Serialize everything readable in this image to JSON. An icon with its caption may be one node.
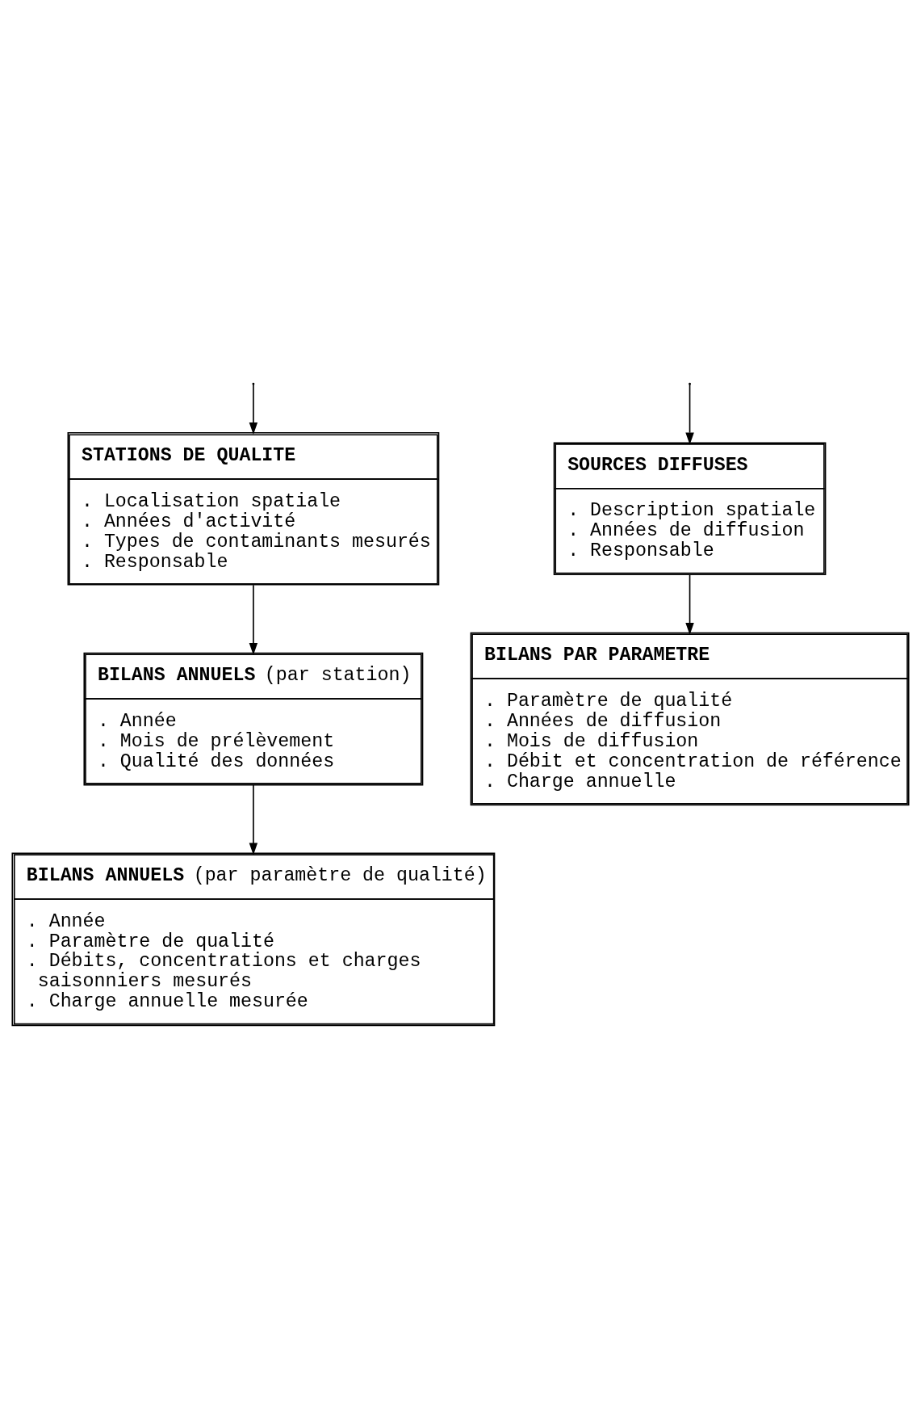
{
  "diagram": {
    "nodes": [
      {
        "text": [
          "STATIONS DE QUALITE",
          ". Localisation spatiale",
          ". Années d'activité",
          ". Types de contaminants mesurés",
          ". Responsable"
        ]
      },
      {
        "text": [
          "**BILANS ANNUELS** (par station)",
          ". Année",
          ". Mois de prélèvement",
          ". Qualité des données"
        ]
      },
      {
        "text": [
          "**BILANS ANNUELS** (par paramètre de qualité)",
          ". Année",
          ". Paramètre de qualité",
          ". Débits, concentrations et charges saisonniers mesurés",
          ". Charge annuelle mesurée"
        ]
      },
      {
        "text": [
          "SOURCES DIFFUSES",
          ". Description spatiale",
          ". Années de diffusion",
          ". Responsable"
        ]
      },
      {
        "text": [
          "BILANS PAR PARAMETRE",
          ". Paramètre de qualité",
          ". Années de diffusion",
          ". Mois de diffusion",
          ". Débit et concentration de référence",
          ". Charge annuelle"
        ]
      }
    ],
    "edges": [
      {
        "from": null,
        "to": 0,
        "arrow": "to"
      },
      {
        "from": 0,
        "to": 1,
        "arrow": "to"
      },
      {
        "from": 1,
        "to": 2,
        "arrow": "to"
      },
      {
        "from": null,
        "to": 3,
        "arrow": "to"
      },
      {
        "from": 3,
        "to": 4,
        "arrow": "to"
      }
    ]
  }
}
